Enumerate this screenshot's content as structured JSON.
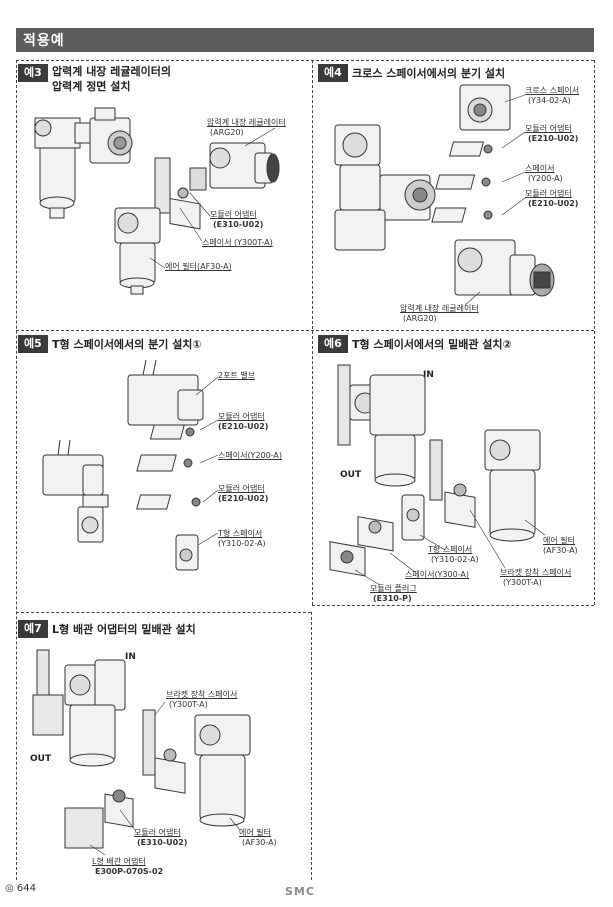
{
  "header": {
    "title": "적용예"
  },
  "examples": {
    "ex3": {
      "tag": "예3",
      "title_l1": "압력계 내장 레귤레이터의",
      "title_l2": "압력계 정면 설치",
      "labels": {
        "regulator": "압력계 내장 레귤레이터",
        "regulator_code": "(ARG20)",
        "modular_adapter": "모듈러 어댑터",
        "modular_adapter_code": "(E310-U02)",
        "spacer": "스페이서 (Y300T-A)",
        "air_filter": "에어 필터(AF30-A)"
      }
    },
    "ex4": {
      "tag": "예4",
      "title": "크로스 스페이서에서의 분기 설치",
      "labels": {
        "cross_spacer": "크로스 스페이서",
        "cross_spacer_code": "(Y34-02-A)",
        "modular_adapter1": "모듈러 어댑터",
        "modular_adapter1_code": "(E210-U02)",
        "spacer": "스페이서",
        "spacer_code": "(Y200-A)",
        "modular_adapter2": "모듈러 어댑터",
        "modular_adapter2_code": "(E210-U02)",
        "regulator": "압력계 내장 레귤레이터",
        "regulator_code": "(ARG20)"
      }
    },
    "ex5": {
      "tag": "예5",
      "title": "T형 스페이서에서의 분기 설치①",
      "labels": {
        "valve": "2포트 밸브",
        "modular_adapter1": "모듈러 어댑터",
        "modular_adapter1_code": "(E210-U02)",
        "spacer": "스페이서(Y200-A)",
        "modular_adapter2": "모듈러 어댑터",
        "modular_adapter2_code": "(E210-U02)",
        "t_spacer": "T형 스페이서",
        "t_spacer_code": "(Y310-02-A)"
      }
    },
    "ex6": {
      "tag": "예6",
      "title": "T형 스페이서에서의 밑배관 설치②",
      "in": "IN",
      "out": "OUT",
      "labels": {
        "air_filter": "에어 필터",
        "air_filter_code": "(AF30-A)",
        "t_spacer": "T형 스페이서",
        "t_spacer_code": "(Y310-02-A)",
        "spacer": "스페이서(Y300-A)",
        "bracket_spacer": "브라켓 장착 스페이서",
        "bracket_spacer_code": "(Y300T-A)",
        "modular_plug": "모듈러 플러그",
        "modular_plug_code": "(E310-P)"
      }
    },
    "ex7": {
      "tag": "예7",
      "title": "L형 배관 어댑터의 밑배관 설치",
      "in": "IN",
      "out": "OUT",
      "labels": {
        "bracket_spacer": "브라켓 장착 스페이서",
        "bracket_spacer_code": "(Y300T-A)",
        "modular_adapter": "모듈러 어댑터",
        "modular_adapter_code": "(E310-U02)",
        "air_filter": "에어 필터",
        "air_filter_code": "(AF30-A)",
        "l_adapter": "L형 배관 어댑터",
        "l_adapter_code": "E300P-070S-02"
      }
    }
  },
  "footer": {
    "page": "644",
    "logo": "SMC"
  }
}
